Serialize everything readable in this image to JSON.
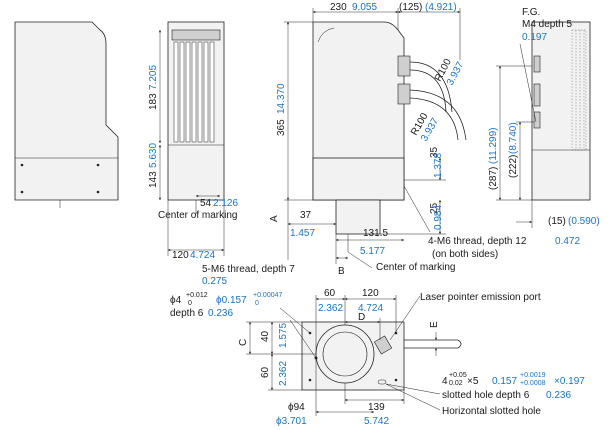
{
  "dims": {
    "d230": "230",
    "d230in": "9.055",
    "d125": "(125)",
    "d125in": "(4.921)",
    "fg1": "F.G.",
    "fg2": "M4 depth 5",
    "fgin": "0.197",
    "d183": "183",
    "d183in": "7.205",
    "d143": "143",
    "d143in": "5.630",
    "d365": "365",
    "d365in": "14.370",
    "d54": "54",
    "d54in": "2.126",
    "centerMarking": "Center of marking",
    "d120": "120",
    "d120in": "4.724",
    "r100a": "R100",
    "r100ain": "3.937",
    "r100b": "R100",
    "r100bin": "3.937",
    "d35": "35",
    "d35in": "1.378",
    "d25": "25",
    "d25in": "0.984",
    "d287": "(287)",
    "d287in": "(11.299)",
    "d222": "(222)",
    "d222in": "(8.740)",
    "d15": "(15)",
    "d15in": "(0.590)",
    "labelA": "A",
    "d37": "37",
    "d37in": "1.457",
    "d1315": "131.5",
    "d1315in": "5.177",
    "m6a": "4-M6 thread, depth 12",
    "m6ain": "0.472",
    "bothSides": "(on both sides)",
    "labelB": "B",
    "centerMarking2": "Center of marking",
    "m6b": "5-M6 thread, depth 7",
    "m6bin": "0.275",
    "phi4": "ϕ4",
    "phi4tol": "+0.012",
    "phi4tol0": "0",
    "phi4in": "ϕ0.157",
    "phi4intol": "+0.00047",
    "phi4intol0": "0",
    "depth6a": "depth 6",
    "depth6ain": "0.236",
    "b60": "60",
    "b60in": "2.362",
    "b120": "120",
    "b120in": "4.724",
    "laserPort": "Laser pointer emission port",
    "labelD": "D",
    "labelE": "E",
    "labelC": "C",
    "b40": "40",
    "b40in": "1.575",
    "b60v": "60",
    "b60vin": "2.362",
    "slot1": "4",
    "slottol1": "+0.05",
    "slottol2": "0.02",
    "slotx5": "×5",
    "slotin": "0.157",
    "slotintol1": "+0.0019",
    "slotintol2": "+0.0008",
    "slotinx": "×0.197",
    "slotDepth": "slotted hole depth 6",
    "slotDepthin": "0.236",
    "phi94": "ϕ94",
    "phi94in": "ϕ3.701",
    "b139": "139",
    "b139in": "5.742",
    "horizSlot": "Horizontal slotted hole"
  }
}
